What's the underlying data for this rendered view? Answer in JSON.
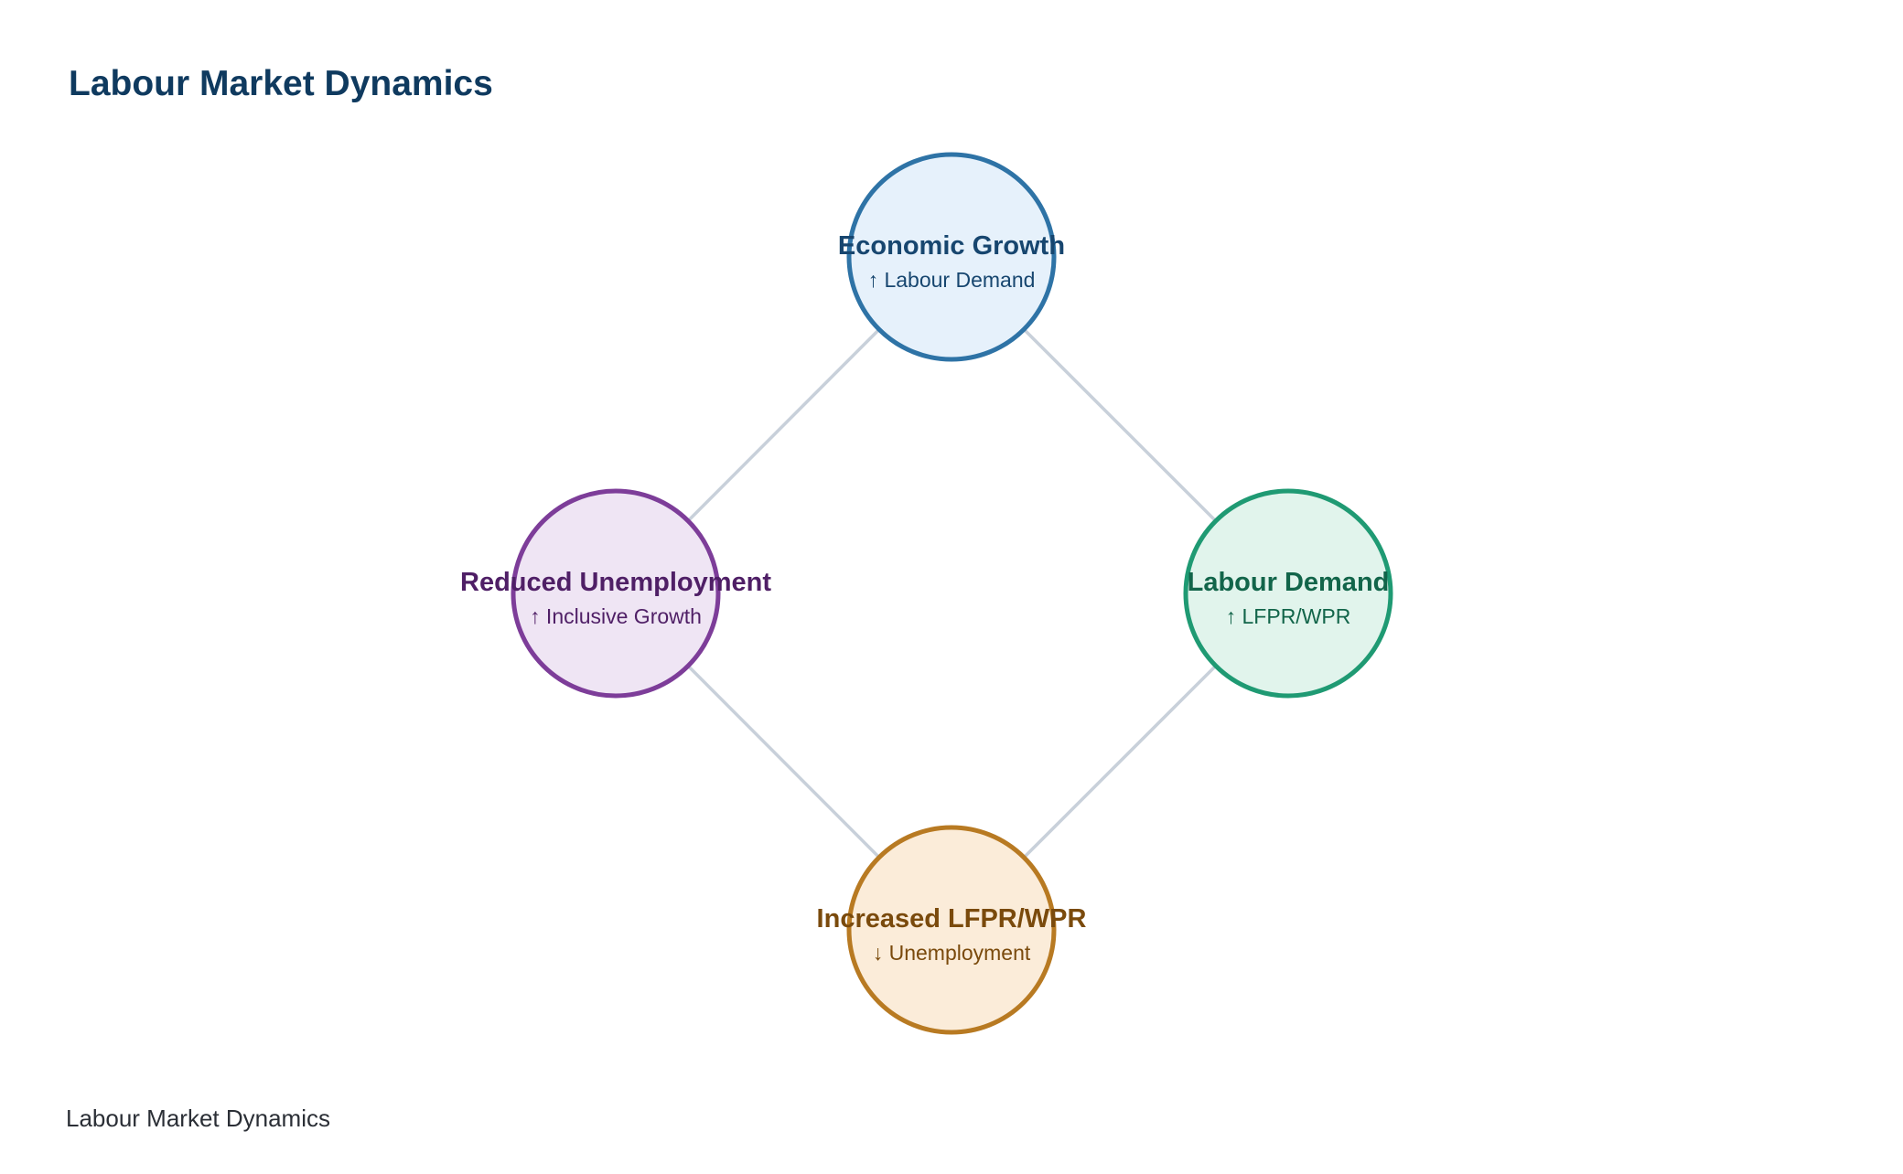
{
  "page": {
    "title": "Labour Market Dynamics",
    "footer": "Labour Market Dynamics"
  },
  "nodes": [
    {
      "id": "economic-growth",
      "title": "Economic Growth",
      "subtitle": "↑ Labour Demand",
      "fill": "#e6f1fb",
      "stroke": "#2e73a6",
      "text": "#17466f"
    },
    {
      "id": "labour-demand",
      "title": "Labour Demand",
      "subtitle": "↑ LFPR/WPR",
      "fill": "#e1f4ec",
      "stroke": "#1f9a73",
      "text": "#12654a"
    },
    {
      "id": "increased-lfpr-wpr",
      "title": "Increased LFPR/WPR",
      "subtitle": "↓ Unemployment",
      "fill": "#fbecd9",
      "stroke": "#b87a22",
      "text": "#7a4a0c"
    },
    {
      "id": "reduced-unemployment",
      "title": "Reduced Unemployment",
      "subtitle": "↑ Inclusive Growth",
      "fill": "#efe5f4",
      "stroke": "#7d3d99",
      "text": "#4f1f66"
    }
  ],
  "edges": [
    {
      "from": "economic-growth",
      "to": "labour-demand"
    },
    {
      "from": "labour-demand",
      "to": "increased-lfpr-wpr"
    },
    {
      "from": "increased-lfpr-wpr",
      "to": "reduced-unemployment"
    },
    {
      "from": "reduced-unemployment",
      "to": "economic-growth"
    }
  ],
  "colors": {
    "edge": "#c8d0da",
    "title": "#0f3a5f"
  }
}
